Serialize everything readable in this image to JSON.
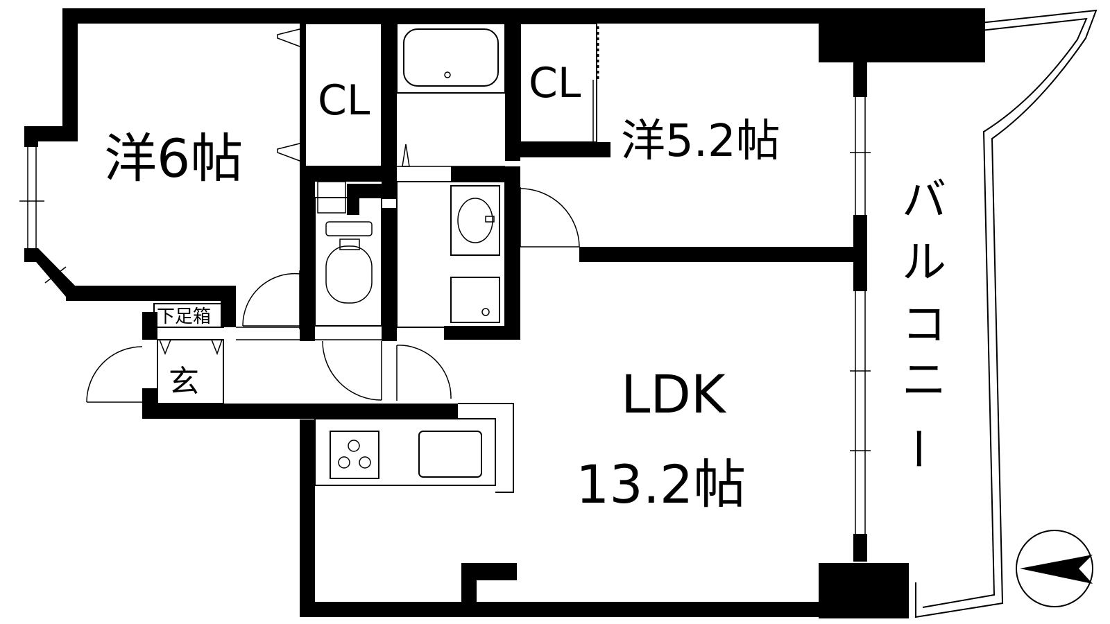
{
  "rooms": {
    "western_6": "洋6帖",
    "western_52": "洋5.2帖",
    "closet_left": "CL",
    "closet_right": "CL",
    "ldk_name": "LDK",
    "ldk_size": "13.2帖",
    "shoe_box": "下足箱",
    "entrance": "玄",
    "balcony": [
      "バ",
      "ル",
      "コ",
      "ニ",
      "ー"
    ]
  },
  "colors": {
    "wall": "#000000",
    "background": "#ffffff"
  },
  "icons": {
    "compass": "north-arrow-icon",
    "stove": "stove-burner-icon",
    "sink": "sink-icon",
    "bathtub": "bathtub-icon",
    "toilet": "toilet-icon",
    "washbasin": "washbasin-icon"
  }
}
